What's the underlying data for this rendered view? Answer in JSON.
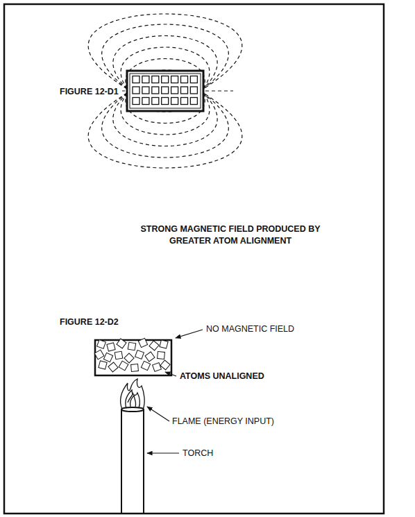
{
  "diagram": {
    "labels": [
      "FIGURE 12-D1",
      "STRONG MAGNETIC FIELD PRODUCED BY GREATER ATOM ALIGNMENT",
      "FIGURE 12-D2",
      "NO MAGNETIC FIELD",
      "ATOMS UNALIGNED",
      "FLAME (ENERGY INPUT)",
      "TORCH"
    ]
  }
}
